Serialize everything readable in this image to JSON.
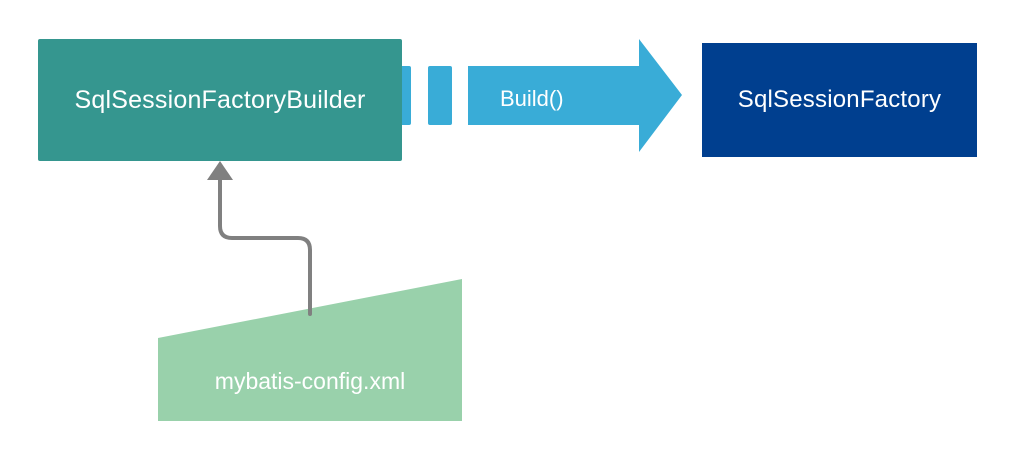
{
  "nodes": {
    "builder": {
      "label": "SqlSessionFactoryBuilder"
    },
    "factory": {
      "label": "SqlSessionFactory"
    },
    "config": {
      "label": "mybatis-config.xml"
    }
  },
  "edges": {
    "build": {
      "label": "Build()"
    }
  },
  "colors": {
    "builder_fill": "#35968f",
    "factory_fill": "#003f8f",
    "build_arrow_fill": "#39acd7",
    "config_fill": "#99d1ab",
    "connector_stroke": "#808080"
  }
}
